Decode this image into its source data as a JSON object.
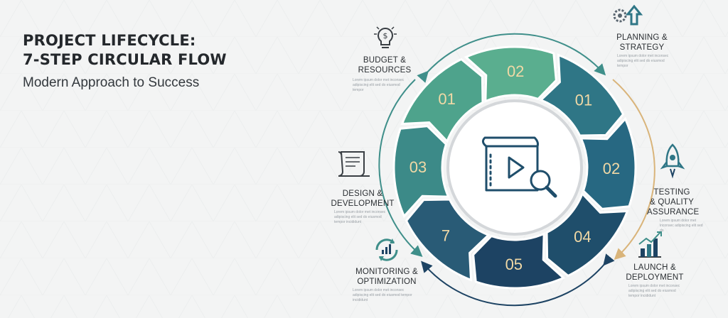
{
  "header": {
    "title_line1": "PROJECT LIFECYCLE:",
    "title_line2": "7-STEP CIRCULAR FLOW",
    "subtitle": "Modern Approach to Success"
  },
  "diagram": {
    "segments": [
      {
        "number": "01",
        "color": "#2f7686"
      },
      {
        "number": "02",
        "color": "#276882"
      },
      {
        "number": "04",
        "color": "#1f4e6b"
      },
      {
        "number": "05",
        "color": "#1d4363"
      },
      {
        "number": "7",
        "color": "#295b76"
      },
      {
        "number": "03",
        "color": "#3c8a88"
      },
      {
        "number": "01",
        "color": "#4ea38c"
      },
      {
        "number": "02",
        "color": "#5aae8f"
      }
    ],
    "center_icon": "video-document-search-icon",
    "steps": {
      "planning": {
        "line1": "PLANNING &",
        "line2": "STRATEGY",
        "desc": "Lorem ipsum dolor met inconsec adipiscing elit sed do eiusmod tempor",
        "icon": "gear-arrow-icon"
      },
      "budget": {
        "line1": "BUDGET &",
        "line2": "RESOURCES",
        "desc": "Lorem ipsum dolor met inconsec adipiscing elit sed do eiusmod tempor",
        "icon": "lightbulb-dollar-icon"
      },
      "design": {
        "line1": "DESIGN &",
        "line2": "DEVELOPMENT",
        "desc": "Lorem ipsum dolor met inconsec adipiscing elit sed do eiusmod tempor incididunt",
        "icon": "scroll-document-icon"
      },
      "testing": {
        "line1": "TESTING",
        "line2": "& QUALITY",
        "line3": "ASSURANCE",
        "desc": "Lorem ipsum dolor met inconsec adipiscing elit sed do",
        "icon": "rocket-icon"
      },
      "launch": {
        "line1": "LAUNCH &",
        "line2": "DEPLOYMENT",
        "desc": "Lorem ipsum dolor met inconsec adipiscing elit sed do eiusmod tempor incididunt",
        "icon": "bar-chart-growth-icon"
      },
      "monitoring": {
        "line1": "MONITORING &",
        "line2": "OPTIMIZATION",
        "desc": "Lorem ipsum dolor met inconsec adipiscing elit sed do eiusmod tempor incididunt",
        "icon": "cycle-chart-icon"
      }
    }
  },
  "colors": {
    "accent_teal": "#3f8f8a",
    "accent_navy": "#1d4363",
    "arrow_gold": "#d9b47a"
  }
}
